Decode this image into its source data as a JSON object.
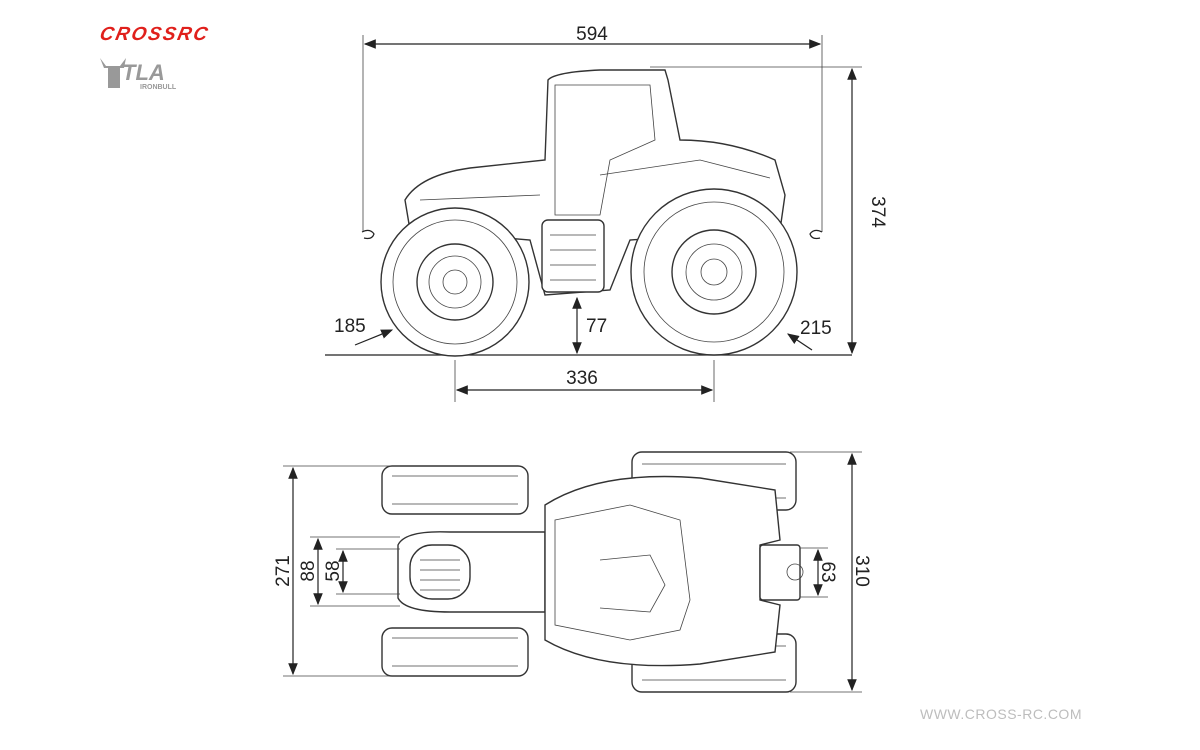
{
  "logo": {
    "brand": "CROSSRC",
    "model": "TLA",
    "sub": "IRONBULL",
    "brand_color": "#e0201c"
  },
  "side_view": {
    "overall_length": "594",
    "overall_height": "374",
    "wheelbase": "336",
    "ground_clearance": "77",
    "front_wheel_diameter": "185",
    "rear_wheel_diameter": "215"
  },
  "top_view": {
    "front_track_width": "271",
    "rear_width": "310",
    "front_hitch_width": "88",
    "front_hitch_inner": "58",
    "rear_hitch_width": "63"
  },
  "footer": {
    "website": "WWW.CROSS-RC.COM"
  }
}
